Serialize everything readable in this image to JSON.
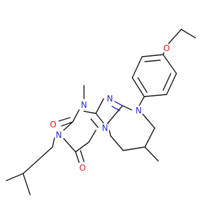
{
  "diagram": {
    "type": "skeletal-structure",
    "colors": {
      "bond": "#1a1a1a",
      "nitrogen": "#2b2bd6",
      "oxygen": "#e21a1a",
      "background": "#ffffff"
    },
    "atom_labels": {
      "o_ether": "O",
      "n_aryl": "N",
      "n_methyl_upper": "N",
      "n_imine": "N",
      "n_ring_fused": "N",
      "n_isopentyl": "N",
      "o_carbonyl_2": "O",
      "o_carbonyl_4": "O"
    }
  }
}
